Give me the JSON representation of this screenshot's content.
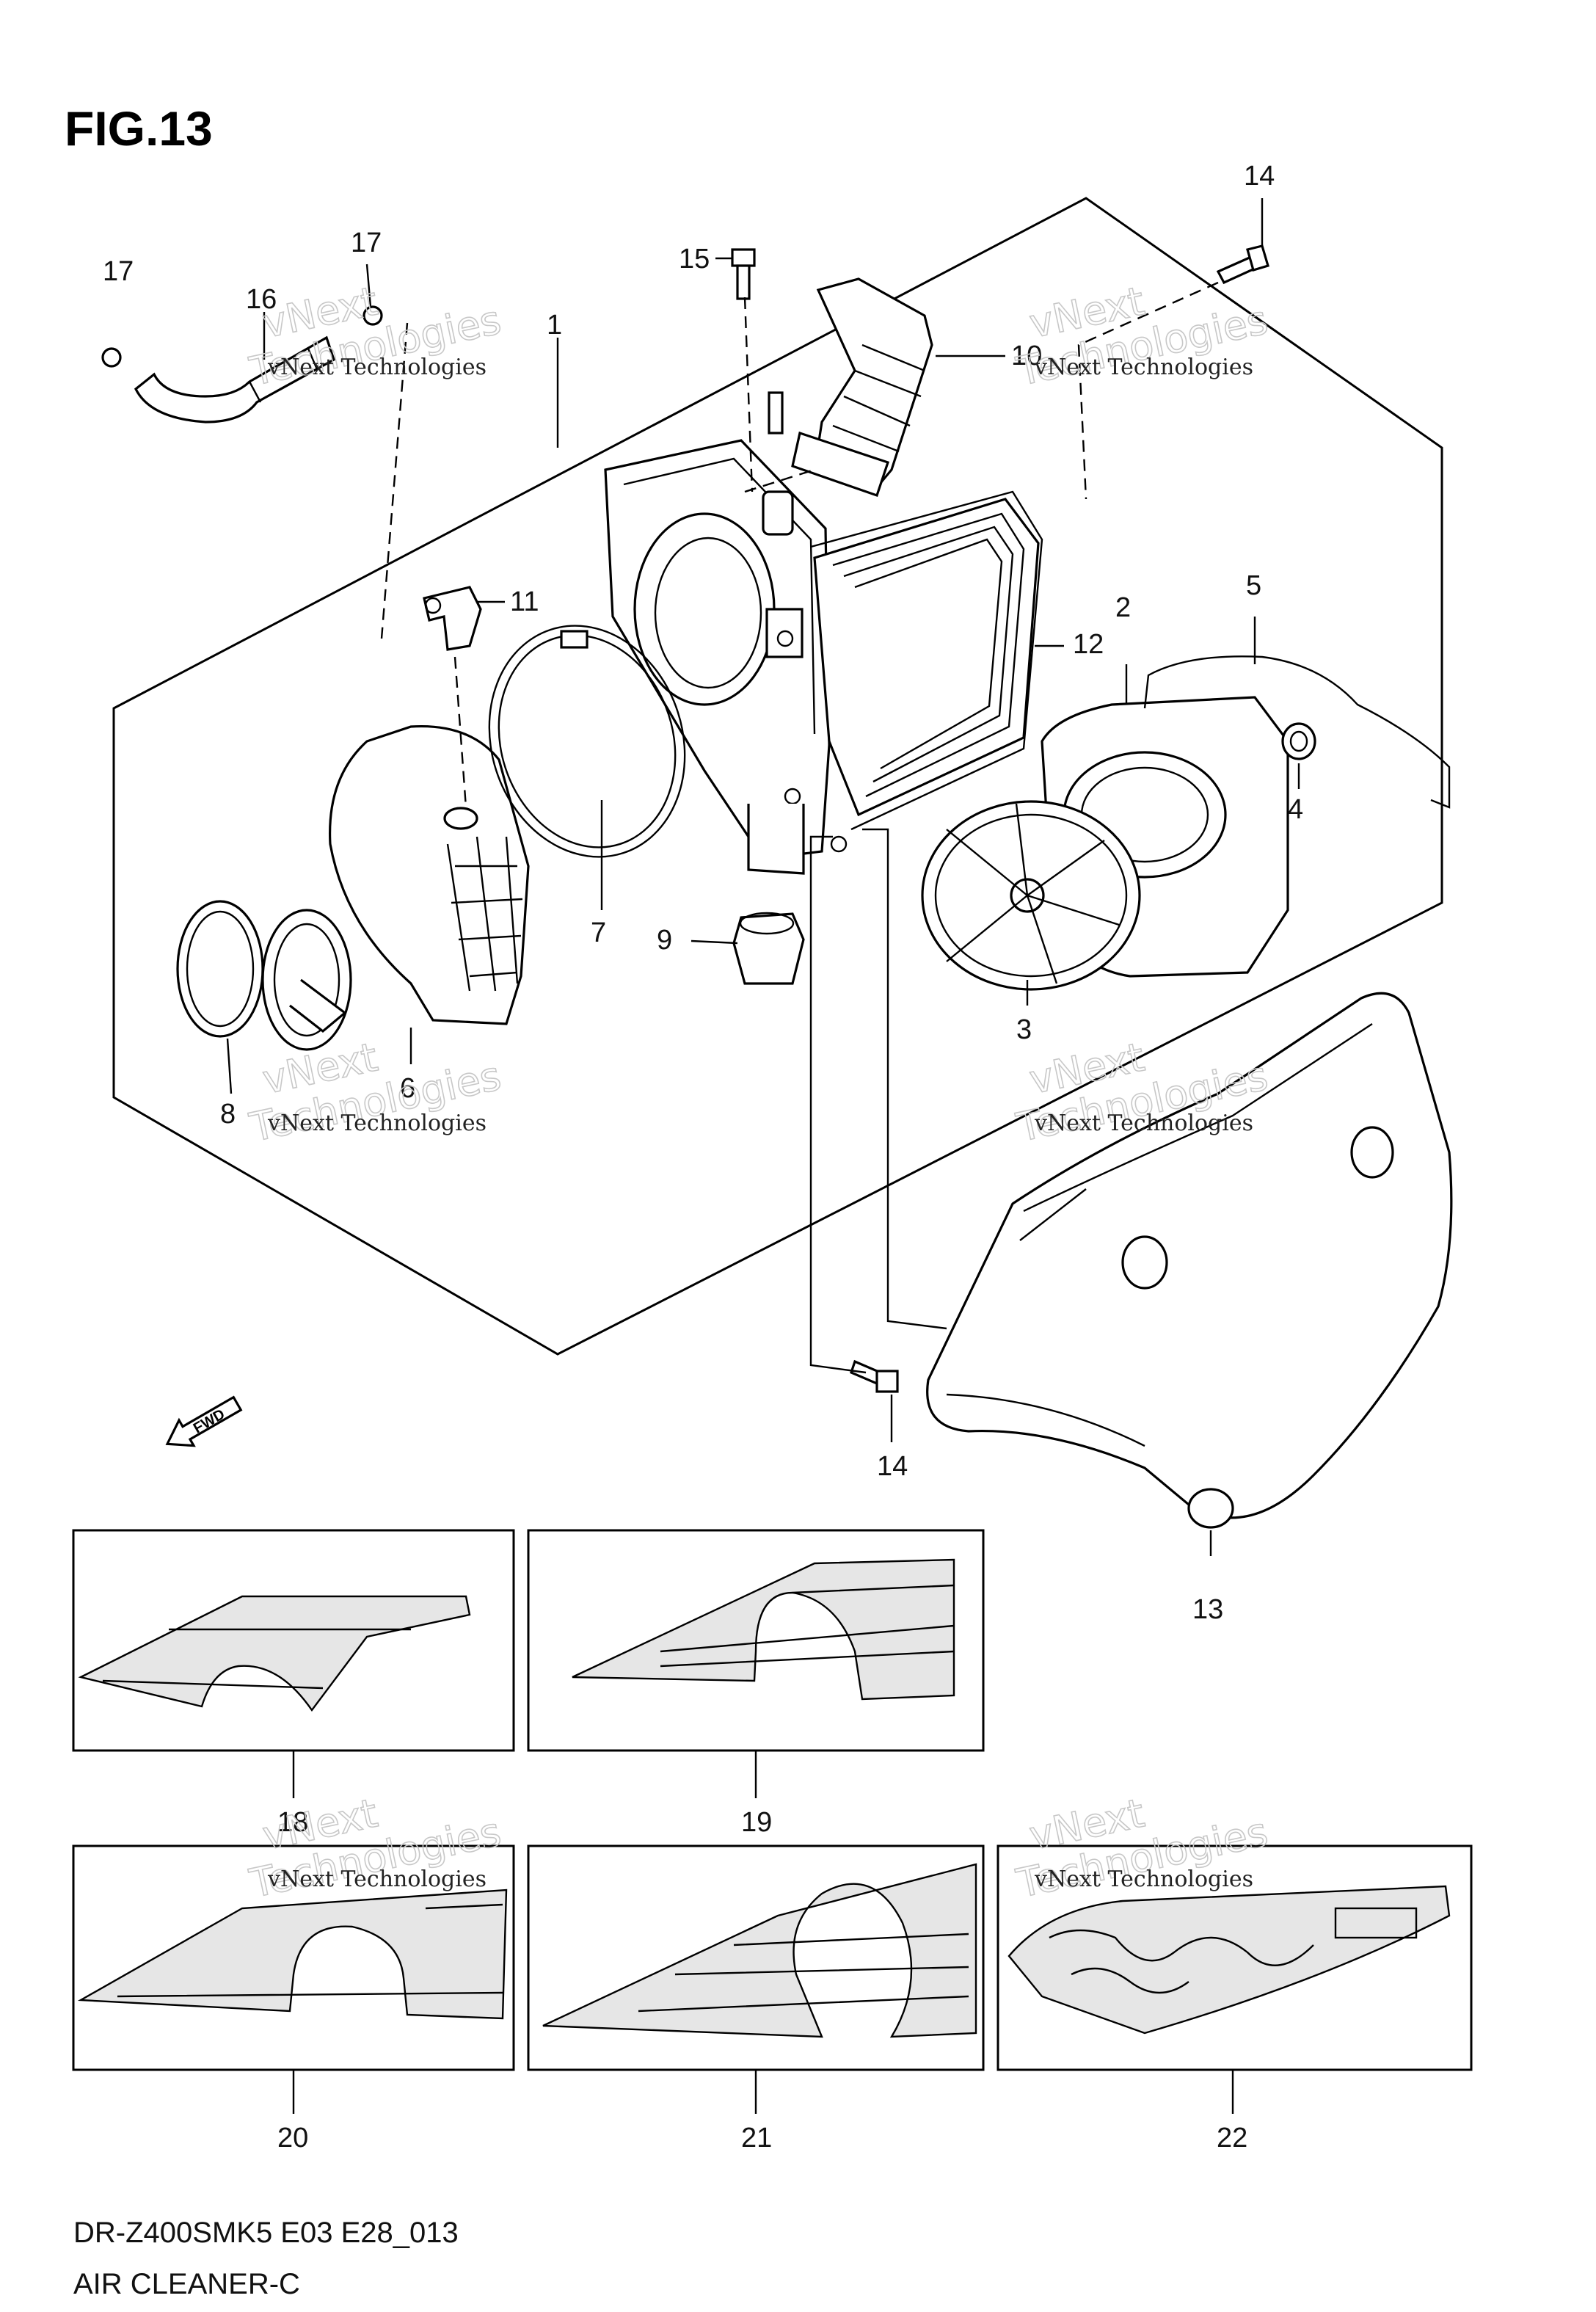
{
  "figure": {
    "title": "FIG.13"
  },
  "callouts": [
    {
      "id": "1",
      "text": "1"
    },
    {
      "id": "2",
      "text": "2"
    },
    {
      "id": "3",
      "text": "3"
    },
    {
      "id": "4",
      "text": "4"
    },
    {
      "id": "5",
      "text": "5"
    },
    {
      "id": "6",
      "text": "6"
    },
    {
      "id": "7",
      "text": "7"
    },
    {
      "id": "8",
      "text": "8"
    },
    {
      "id": "9",
      "text": "9"
    },
    {
      "id": "10",
      "text": "10"
    },
    {
      "id": "11",
      "text": "11"
    },
    {
      "id": "12",
      "text": "12"
    },
    {
      "id": "13",
      "text": "13"
    },
    {
      "id": "14a",
      "text": "14"
    },
    {
      "id": "14b",
      "text": "14"
    },
    {
      "id": "15",
      "text": "15"
    },
    {
      "id": "16",
      "text": "16"
    },
    {
      "id": "17a",
      "text": "17"
    },
    {
      "id": "17b",
      "text": "17"
    },
    {
      "id": "18",
      "text": "18"
    },
    {
      "id": "19",
      "text": "19"
    },
    {
      "id": "20",
      "text": "20"
    },
    {
      "id": "21",
      "text": "21"
    },
    {
      "id": "22",
      "text": "22"
    }
  ],
  "direction_arrow": {
    "text": "FWD"
  },
  "watermark": {
    "line1": "vNext Technologies",
    "line2": "vNext",
    "line3": "Technologies"
  },
  "footer": {
    "model_code": "DR-Z400SMK5 E03 E28_013",
    "section_name": "AIR CLEANER-C"
  }
}
